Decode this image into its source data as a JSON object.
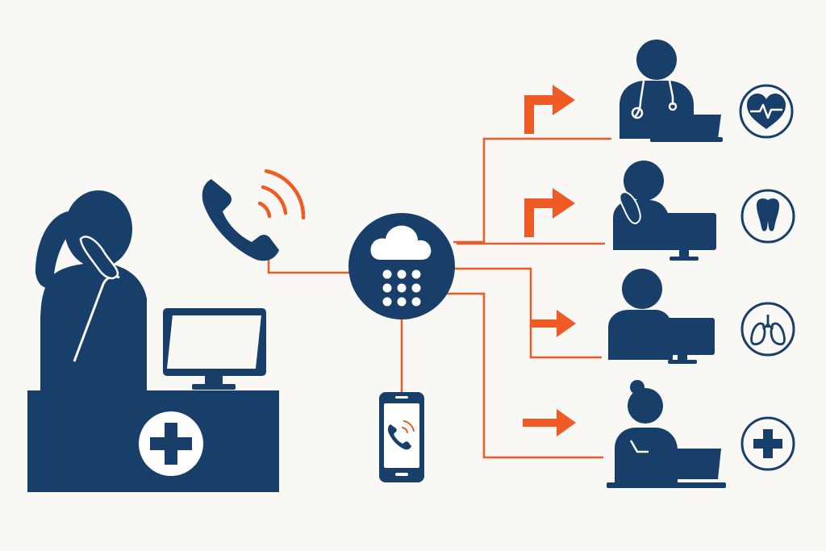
{
  "colors": {
    "navy": "#183f69",
    "orange": "#f05a24",
    "background": "#f9f8f5",
    "white": "#ffffff"
  },
  "caller": {
    "role": "receptionist",
    "desk_icon": "medical-cross-icon",
    "device": "desktop-monitor"
  },
  "handset": {
    "icon": "phone-handset-icon",
    "signal": "sound-waves-icon"
  },
  "hub": {
    "icon": "cloud-phone-system-icon",
    "keypad": "keypad-dots-icon"
  },
  "mobile": {
    "icon": "smartphone-ringing-icon"
  },
  "destinations": [
    {
      "role": "doctor",
      "specialty_icon": "heart-pulse-icon",
      "device": "laptop"
    },
    {
      "role": "dentist-agent",
      "specialty_icon": "tooth-icon",
      "device": "desktop-monitor"
    },
    {
      "role": "pulmonology-agent",
      "specialty_icon": "lungs-icon",
      "device": "desktop-monitor"
    },
    {
      "role": "nurse",
      "specialty_icon": "medical-cross-icon",
      "device": "laptop"
    }
  ]
}
